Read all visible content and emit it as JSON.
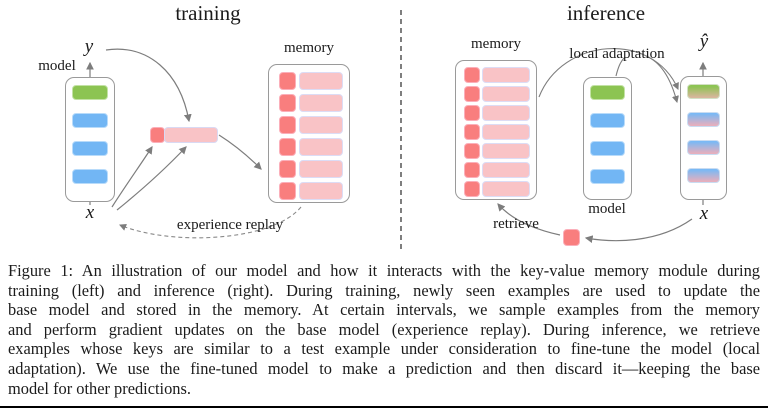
{
  "figure": {
    "training": {
      "title": "training",
      "model_label": "model",
      "memory_label": "memory",
      "x_label": "x",
      "y_label": "y",
      "replay_label": "experience replay",
      "model_blocks": [
        "green",
        "blue",
        "blue",
        "blue"
      ],
      "memory_rows": 6
    },
    "inference": {
      "title": "inference",
      "memory_label": "memory",
      "model_label": "model",
      "adaptation_label": "local adaptation",
      "retrieve_label": "retrieve",
      "x_label": "x",
      "y_hat_label": "ŷ",
      "base_model_blocks": [
        "green",
        "blue",
        "blue",
        "blue"
      ],
      "adapted_model_blocks": [
        "green-mix",
        "blue-mix",
        "blue-mix",
        "blue-mix"
      ],
      "memory_rows": 7
    },
    "colors": {
      "green": "#8cc452",
      "blue": "#72b6f4",
      "red": "#f97e7e",
      "pink": "#f9c3c6"
    }
  },
  "caption": {
    "lines": [
      "Figure 1: An illustration of our model and how it interacts with the key-value memory module during",
      "training (left) and inference (right). During training, newly seen examples are used to update the",
      "base model and stored in the memory. At certain intervals, we sample examples from the memory",
      "and perform gradient updates on the base model (experience replay). During inference, we retrieve",
      "examples whose keys are similar to a test example under consideration to fine-tune the model (local",
      "adaptation). We use the fine-tuned model to make a prediction and then discard it—keeping the base",
      "model for other predictions."
    ]
  }
}
